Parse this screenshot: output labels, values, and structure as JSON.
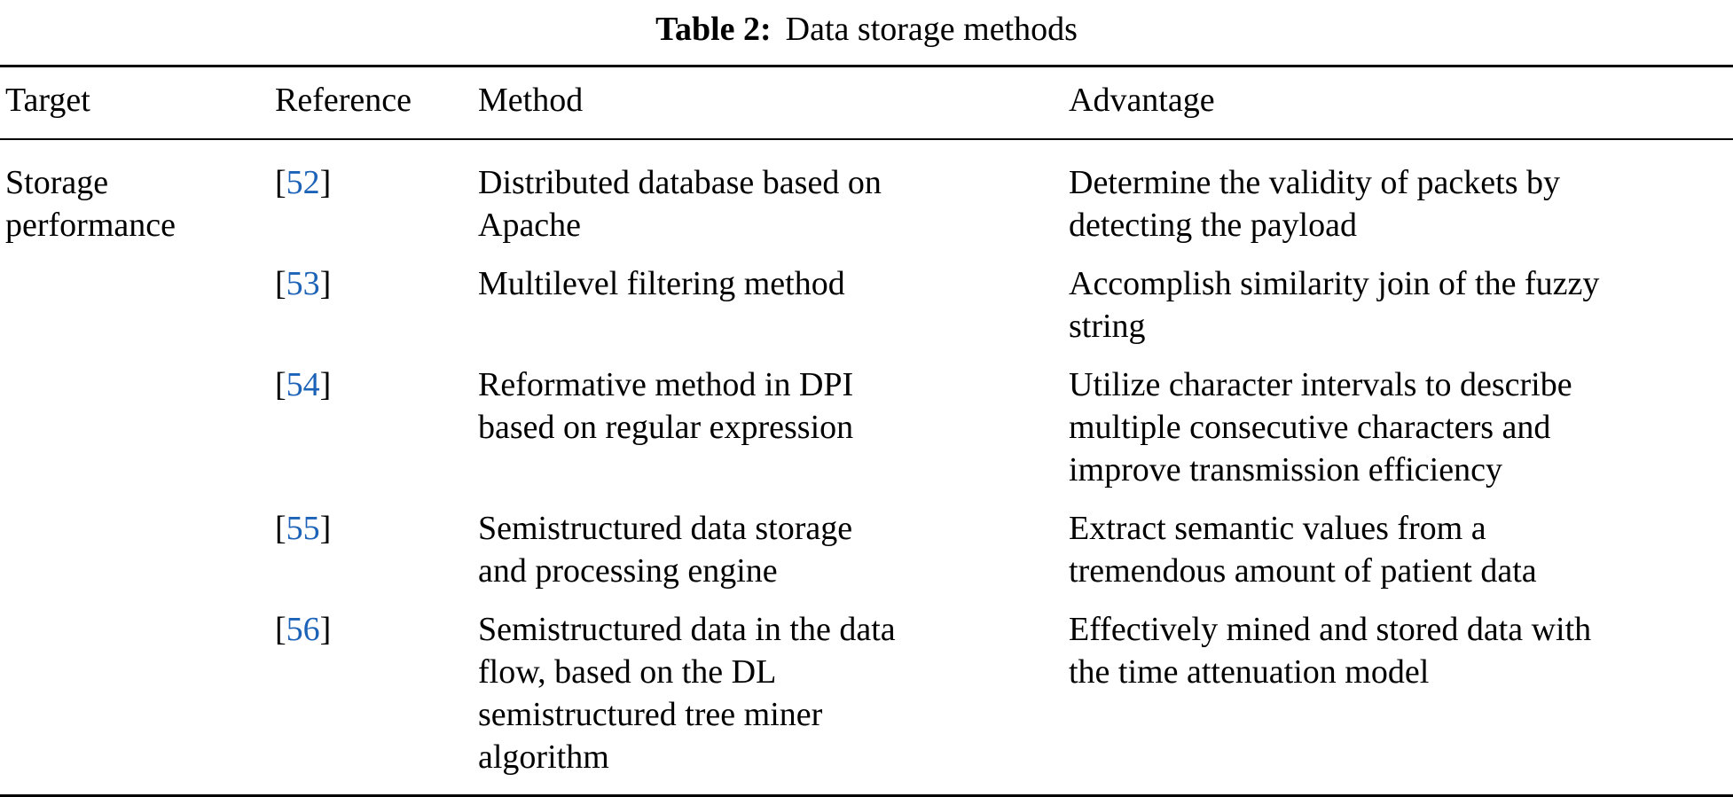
{
  "page": {
    "background": "#ffffff",
    "text_color": "#000000",
    "link_color": "#1c63b8"
  },
  "caption": {
    "label": "Table 2:",
    "text": "Data storage methods"
  },
  "table": {
    "ref_open": "[",
    "ref_close": "]",
    "columns": [
      "Target",
      "Reference",
      "Method",
      "Advantage"
    ],
    "rows": [
      {
        "target": "Storage\nperformance",
        "reference": "52",
        "method": "Distributed database based on\nApache",
        "advantage": "Determine the validity of packets by\ndetecting the payload"
      },
      {
        "target": "",
        "reference": "53",
        "method": "Multilevel filtering method",
        "advantage": "Accomplish similarity join of the fuzzy\nstring"
      },
      {
        "target": "",
        "reference": "54",
        "method": "Reformative method in DPI\nbased on regular expression",
        "advantage": "Utilize character intervals to describe\nmultiple consecutive characters and\nimprove transmission efficiency"
      },
      {
        "target": "",
        "reference": "55",
        "method": "Semistructured data storage\nand processing engine",
        "advantage": "Extract semantic values from a\ntremendous amount of patient data"
      },
      {
        "target": "",
        "reference": "56",
        "method": "Semistructured data in the data\nflow, based on the DL\nsemistructured tree miner\nalgorithm",
        "advantage": "Effectively mined and stored data with\nthe time attenuation model"
      }
    ]
  }
}
